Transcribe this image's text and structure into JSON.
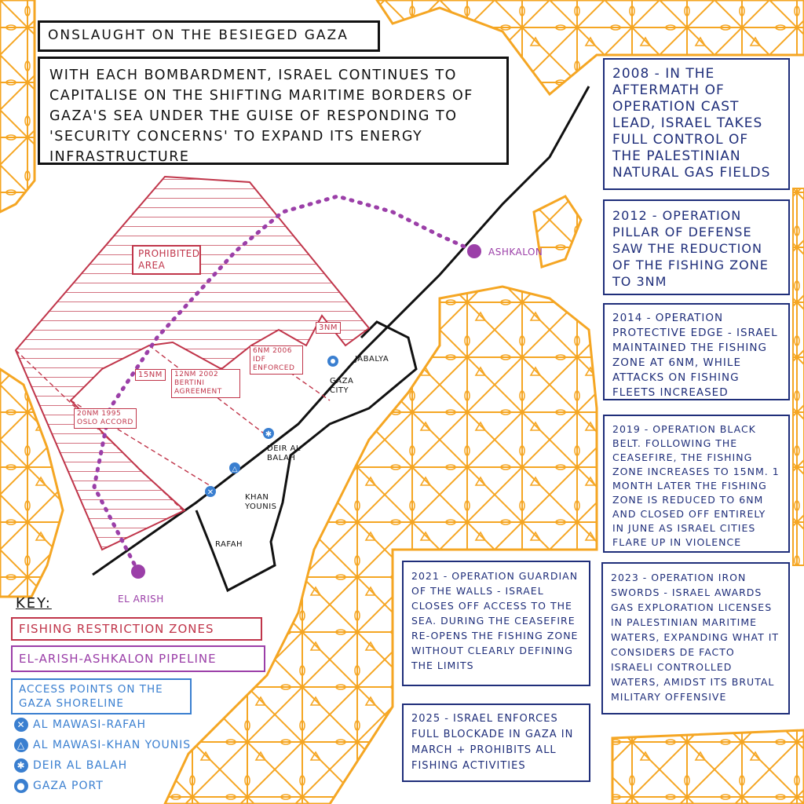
{
  "title": "ONSLAUGHT ON THE BESIEGED GAZA",
  "intro": "WITH EACH BOMBARDMENT, ISRAEL CONTINUES TO CAPITALISE ON THE SHIFTING MARITIME BORDERS OF GAZA'S SEA UNDER THE GUISE OF RESPONDING TO 'SECURITY CONCERNS' TO EXPAND ITS ENERGY INFRASTRUCTURE",
  "map": {
    "prohibited_area": "PROHIBITED AREA",
    "zones": {
      "z3": "3NM",
      "z6": "6NM 2006 IDF ENFORCED",
      "z12": "12NM 2002 BERTINI AGREEMENT",
      "z15": "15NM",
      "z20": "20NM 1995 OSLO ACCORD"
    },
    "cities": {
      "ashkalon": "ASHKALON",
      "el_arish": "EL ARISH",
      "jabalya": "JABALYA",
      "gaza_city": "GAZA CITY",
      "deir_al_balah": "DEIR AL BALAH",
      "khan_younis": "KHAN YOUNIS",
      "rafah": "RAFAH"
    }
  },
  "timeline": {
    "t2008": "2008 - IN THE AFTERMATH OF OPERATION CAST LEAD, ISRAEL TAKES FULL CONTROL OF THE PALESTINIAN NATURAL GAS FIELDS",
    "t2012": "2012 - OPERATION PILLAR OF DEFENSE SAW THE REDUCTION OF THE FISHING ZONE TO 3NM",
    "t2014": "2014 - OPERATION PROTECTIVE EDGE - ISRAEL MAINTAINED THE FISHING ZONE AT 6NM, WHILE ATTACKS ON FISHING FLEETS INCREASED",
    "t2019": "2019 - OPERATION BLACK BELT. FOLLOWING THE CEASEFIRE, THE FISHING ZONE INCREASES TO 15NM. 1 MONTH LATER THE FISHING ZONE IS REDUCED TO 6NM AND CLOSED OFF ENTIRELY IN JUNE AS ISRAEL CITIES FLARE UP IN VIOLENCE",
    "t2021": "2021 - OPERATION GUARDIAN OF THE WALLS - ISRAEL CLOSES OFF ACCESS TO THE SEA. DURING THE CEASEFIRE RE-OPENS THE FISHING ZONE WITHOUT CLEARLY DEFINING THE LIMITS",
    "t2023": "2023 - OPERATION IRON SWORDS - ISRAEL AWARDS GAS EXPLORATION LICENSES IN PALESTINIAN MARITIME WATERS, EXPANDING WHAT IT CONSIDERS DE FACTO ISRAELI CONTROLLED WATERS, AMIDST ITS BRUTAL MILITARY OFFENSIVE",
    "t2025": "2025 - ISRAEL ENFORCES FULL BLOCKADE IN GAZA IN MARCH + PROHIBITS ALL FISHING ACTIVITIES"
  },
  "key": {
    "title": "KEY:",
    "fishing_zones": "FISHING RESTRICTION ZONES",
    "pipeline": "EL-ARISH-ASHKALON PIPELINE",
    "access_points": "ACCESS POINTS ON THE GAZA SHORELINE",
    "items": [
      {
        "symbol": "✕",
        "label": "AL MAWASI-RAFAH"
      },
      {
        "symbol": "△",
        "label": "AL MAWASI-KHAN YOUNIS"
      },
      {
        "symbol": "✱",
        "label": "DEIR AL BALAH"
      },
      {
        "symbol": "●",
        "label": "GAZA PORT"
      }
    ]
  },
  "colors": {
    "pattern_orange": "#f5a623",
    "zone_red": "#c0354a",
    "pipeline_purple": "#9b3fa8",
    "access_blue": "#3a7fd0",
    "timeline_navy": "#1f2e7a"
  }
}
